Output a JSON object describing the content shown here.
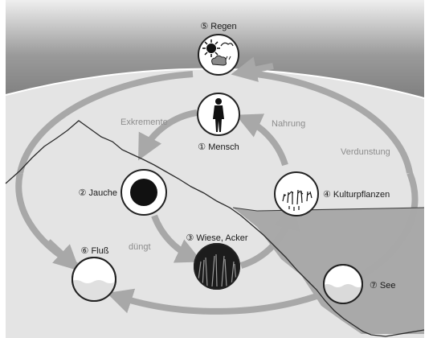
{
  "nodes": {
    "mensch": "① Mensch",
    "jauche": "② Jauche",
    "wiese": "③ Wiese, Acker",
    "kultur": "④ Kulturpflanzen",
    "regen": "⑤ Regen",
    "fluss": "⑥ Fluß",
    "see": "⑦ See"
  },
  "flows": {
    "exkremente": "Exkremente",
    "nahrung": "Nahrung",
    "verdunstung": "Verdunstung",
    "duengt": "düngt"
  },
  "colors": {
    "sky_dark": "#8c8c8c",
    "ground": "#e4e4e4",
    "lake": "#a9a9a9",
    "arrow": "#a8a8a8"
  }
}
